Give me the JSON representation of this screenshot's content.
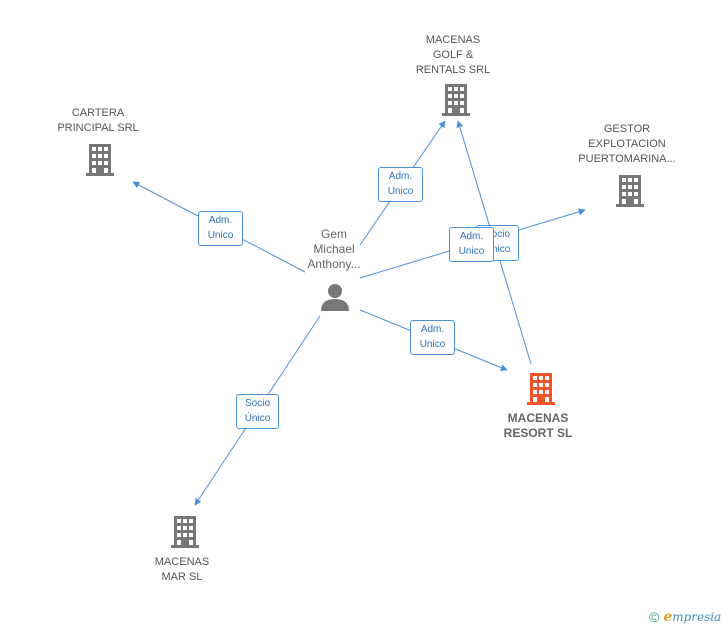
{
  "colors": {
    "edge": "#4a90d9",
    "building": "#777777",
    "building_main": "#f0542a",
    "person": "#777777"
  },
  "nodes": {
    "cartera": {
      "lines": [
        "CARTERA",
        "PRINCIPAL SRL"
      ],
      "icon": "building-icon"
    },
    "golf": {
      "lines": [
        "MACENAS",
        "GOLF &",
        "RENTALS SRL"
      ],
      "icon": "building-icon"
    },
    "gestor": {
      "lines": [
        "GESTOR",
        "EXPLOTACION",
        "PUERTOMARINA..."
      ],
      "icon": "building-icon"
    },
    "person": {
      "lines": [
        "Gem",
        "Michael",
        "Anthony..."
      ],
      "icon": "person-icon"
    },
    "resort": {
      "lines": [
        "MACENAS",
        "RESORT SL"
      ],
      "icon": "building-icon"
    },
    "mar": {
      "lines": [
        "MACENAS",
        "MAR SL"
      ],
      "icon": "building-icon"
    }
  },
  "edges": {
    "to_cartera": {
      "lines": [
        "Adm.",
        "Unico"
      ]
    },
    "to_golf": {
      "lines": [
        "Adm.",
        "Unico"
      ]
    },
    "to_gestor": {
      "lines": [
        "Adm.",
        "Unico"
      ]
    },
    "resort_to_golf": {
      "lines": [
        "Socio",
        "Único"
      ]
    },
    "to_resort": {
      "lines": [
        "Adm.",
        "Unico"
      ]
    },
    "to_mar": {
      "lines": [
        "Socio",
        "Único"
      ]
    }
  },
  "footer": {
    "copyright": "©",
    "brand_first": "e",
    "brand_rest": "mpresia"
  }
}
